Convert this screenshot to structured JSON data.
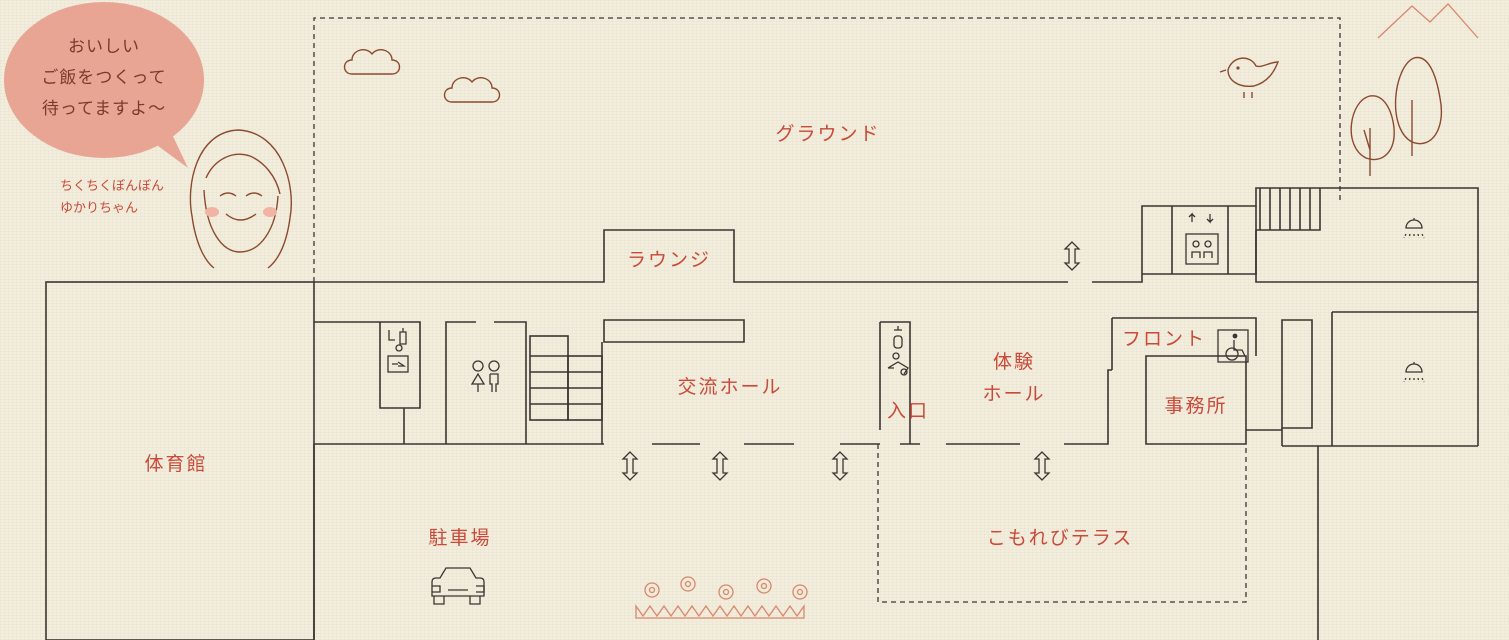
{
  "bubble": {
    "line1": "おいしい",
    "line2": "ご飯をつくって",
    "line3": "待ってますよ〜"
  },
  "character": {
    "caption_line1": "ちくちくぼんぼん",
    "caption_line2": "ゆかりちゃん"
  },
  "rooms": {
    "ground": "グラウンド",
    "lounge": "ラウンジ",
    "exchange_hall": "交流ホール",
    "experience_hall_1": "体験",
    "experience_hall_2": "ホール",
    "front": "フロント",
    "office": "事務所",
    "entrance": "入口",
    "gym": "体育館",
    "parking": "駐車場",
    "terrace": "こもれびテラス"
  },
  "icons": [
    "cloud-icon",
    "bird-icon",
    "mountain-icon",
    "tree-icon",
    "shower-icon",
    "elevator-icon",
    "wheelchair-icon",
    "restroom-icon",
    "kitchen-icon",
    "baby-care-icon",
    "door-arrow-icon",
    "car-icon",
    "flower-icon"
  ],
  "colors": {
    "label": "#c94a3a",
    "wall": "#3b3532",
    "bubble": "#e8a594",
    "background": "#f2eddc"
  }
}
